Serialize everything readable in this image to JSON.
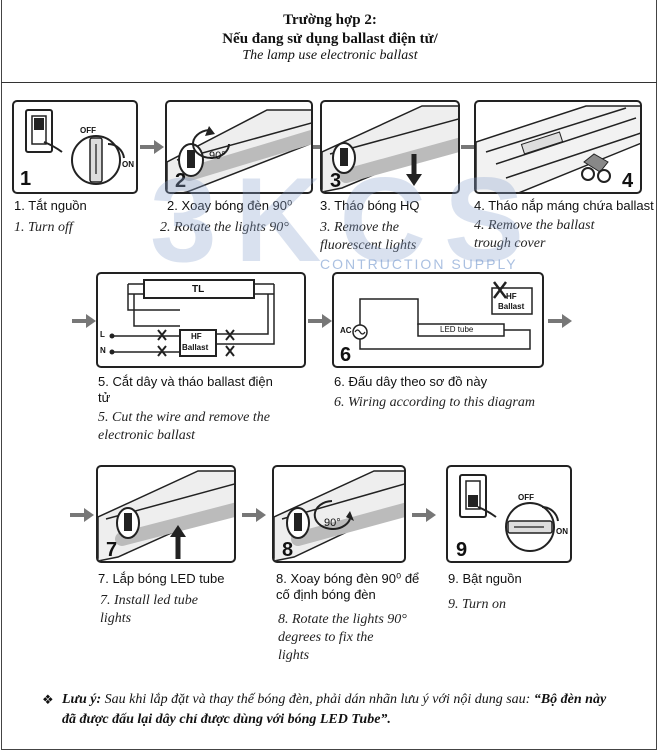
{
  "header": {
    "title": "Trường hợp 2:",
    "subtitle": "Nếu đang sử dụng  ballast điện tử/",
    "subtitle_en": "The lamp use electronic ballast"
  },
  "watermark": {
    "main": "3KCS",
    "sub": "CONTRUCTION SUPPLY"
  },
  "steps": [
    {
      "num": "1",
      "vi": "1. Tắt nguồn",
      "en": "1.   Turn off"
    },
    {
      "num": "2",
      "vi": "2. Xoay bóng đèn 90⁰",
      "en": "2. Rotate the lights 90°"
    },
    {
      "num": "3",
      "vi": "3. Tháo bóng HQ",
      "en": "3. Remove the fluorescent lights"
    },
    {
      "num": "4",
      "vi": "4. Tháo nắp máng chứa ballast",
      "en": "4. Remove the ballast trough cover"
    },
    {
      "num": "5",
      "vi": "5. Cắt dây và tháo ballast điện tử",
      "en": "5. Cut the wire and remove the electronic ballast"
    },
    {
      "num": "6",
      "vi": "6. Đấu dây theo sơ đồ này",
      "en": "6. Wiring according to this diagram"
    },
    {
      "num": "7",
      "vi": "7. Lắp bóng LED tube",
      "en": "7. Install led tube lights"
    },
    {
      "num": "8",
      "vi": "8. Xoay bóng đèn 90⁰ để cố định bóng đèn",
      "en": "8. Rotate the lights 90° degrees to fix the lights"
    },
    {
      "num": "9",
      "vi": "9. Bật nguồn",
      "en": "9. Turn on"
    }
  ],
  "labels": {
    "off": "OFF",
    "on": "ON",
    "deg": "90°",
    "tl": "TL",
    "hf": "HF",
    "ballast": "Ballast",
    "l": "L",
    "n": "N",
    "ac": "AC",
    "led_tube": "LED tube"
  },
  "note": {
    "label": "Lưu ý:",
    "text": "Sau khi lắp đặt và thay thế bóng đèn, phải dán nhãn lưu ý với nội dung sau:",
    "quote": "“Bộ đèn này đã được đấu lại dây chỉ được dùng với bóng LED Tube”."
  }
}
